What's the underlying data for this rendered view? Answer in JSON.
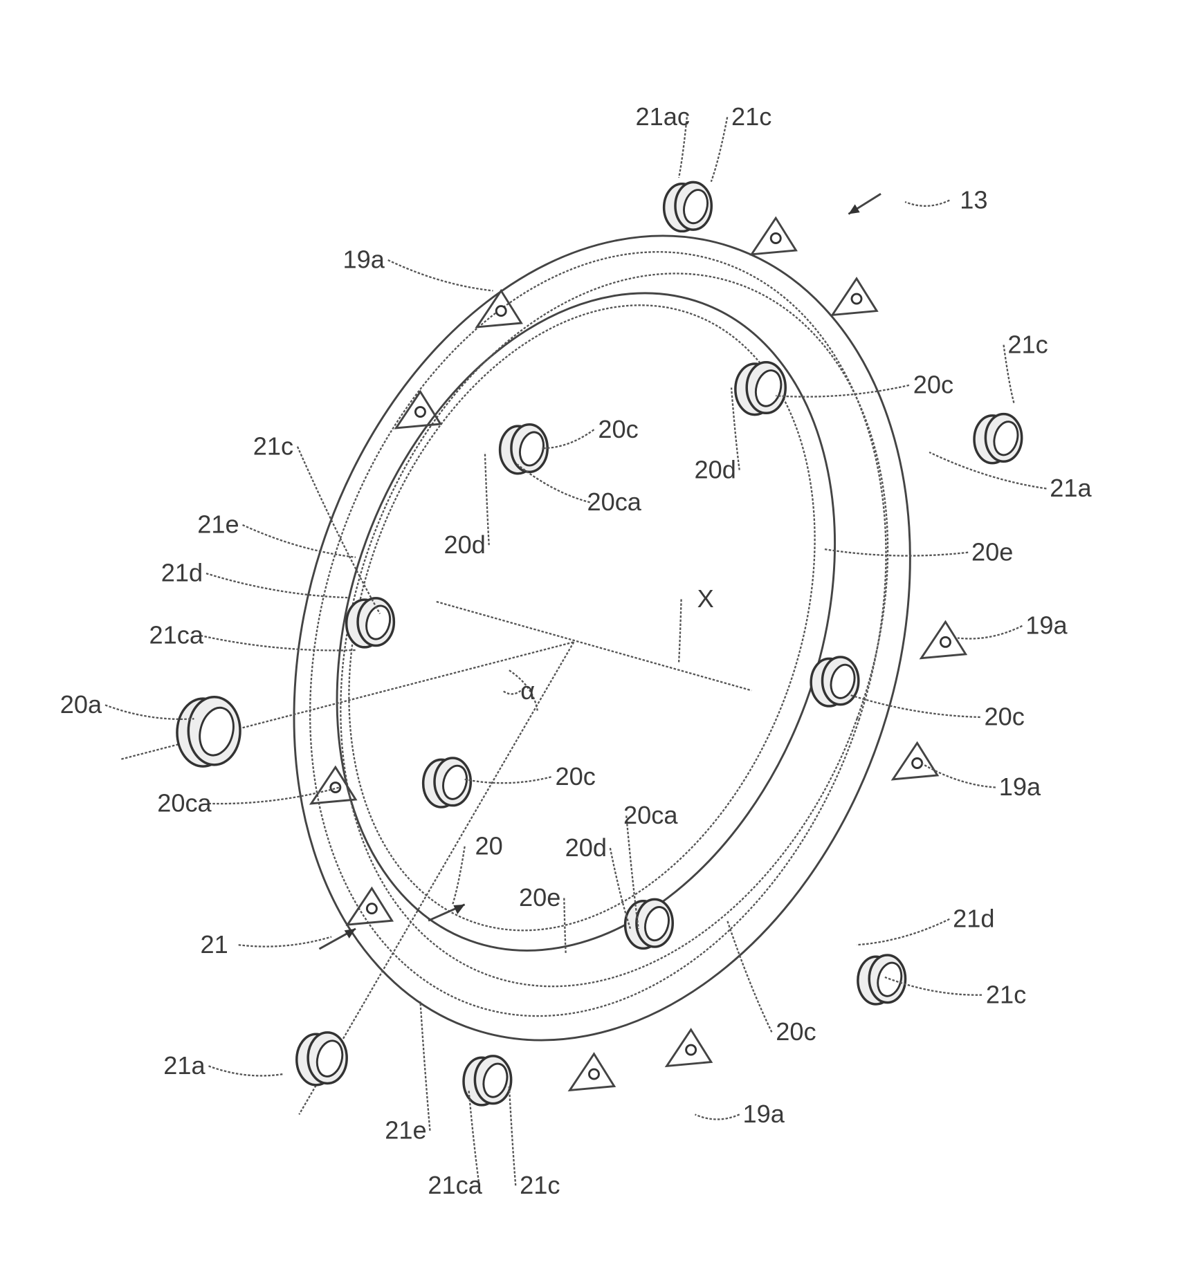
{
  "figure": {
    "reference_numeral": "13",
    "labels": [
      "21ac",
      "21c",
      "13",
      "19a",
      "21c",
      "20c",
      "20c",
      "20d",
      "21a",
      "20ca",
      "21c",
      "20d",
      "21e",
      "20e",
      "21d",
      "X",
      "21ca",
      "19a",
      "α",
      "20a",
      "20c",
      "20c",
      "20ca",
      "19a",
      "20ca",
      "20",
      "20d",
      "20e",
      "21d",
      "21",
      "21c",
      "20c",
      "21a",
      "19a",
      "21e",
      "21ca",
      "21c"
    ]
  }
}
